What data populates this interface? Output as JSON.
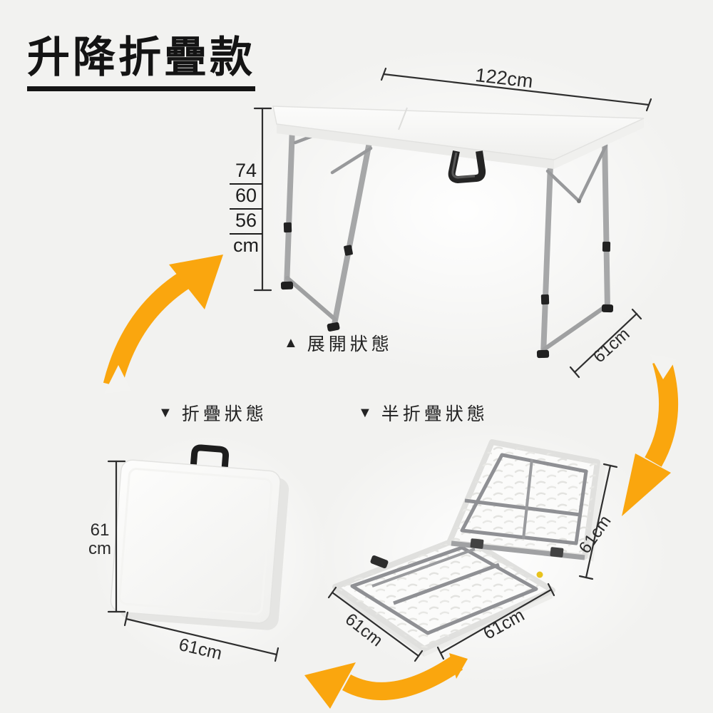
{
  "colors": {
    "background": "#f2f2f0",
    "accent_orange": "#faa60e",
    "ink": "#141414",
    "dim_line": "#2e2e2e",
    "metal_gray": "#a6a7a8"
  },
  "title": {
    "text": "升降折疊款"
  },
  "states": {
    "unfolded": {
      "marker": "▲",
      "label": "展開狀態"
    },
    "folded": {
      "marker": "▼",
      "label": "折疊狀態"
    },
    "half_folded": {
      "marker": "▼",
      "label": "半折疊狀態"
    }
  },
  "dims": {
    "unfolded_width": "122cm",
    "unfolded_depth": "61cm",
    "heights": [
      "74",
      "60",
      "56"
    ],
    "height_unit": "cm",
    "folded_height": [
      "61",
      "cm"
    ],
    "folded_width": "61cm",
    "half_left": "61cm",
    "half_bottom": "61cm",
    "half_right": "61cm"
  }
}
